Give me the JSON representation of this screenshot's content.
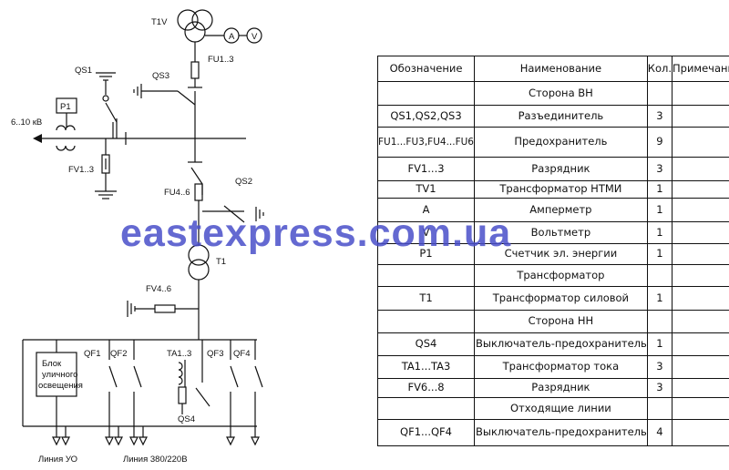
{
  "schematic": {
    "labels": {
      "tv1": "T1V",
      "fu1_3": "FU1..3",
      "qs1": "QS1",
      "qs3": "QS3",
      "p1": "P1",
      "voltage": "6..10 кВ",
      "fv1_3": "FV1..3",
      "qs2": "QS2",
      "fu4_6": "FU4..6",
      "t1": "T1",
      "fv4_6": "FV4..6",
      "qf1": "QF1",
      "qf2": "QF2",
      "ta1_3": "TA1..3",
      "qf3": "QF3",
      "qf4": "QF4",
      "block_line1": "Блок",
      "block_line2": "уличного",
      "block_line3": "освещения",
      "qs4": "QS4",
      "line_uo": "Линия УО",
      "line_380": "Линия 380/220В",
      "meter_a": "A",
      "meter_v": "V"
    }
  },
  "table": {
    "headers": [
      "Обозначение",
      "Наименование",
      "Кол.",
      "Примечания"
    ],
    "rows": [
      [
        "",
        "Сторона ВН",
        "",
        ""
      ],
      [
        "QS1,QS2,QS3",
        "Разъединитель",
        "3",
        ""
      ],
      [
        "FU1...FU3,FU4...FU6",
        "Предохранитель",
        "9",
        ""
      ],
      [
        "FV1...3",
        "Разрядник",
        "3",
        ""
      ],
      [
        "TV1",
        "Трансформатор НТМИ",
        "1",
        ""
      ],
      [
        "A",
        "Амперметр",
        "1",
        ""
      ],
      [
        "V",
        "Вольтметр",
        "1",
        ""
      ],
      [
        "P1",
        "Счетчик эл. энергии",
        "1",
        ""
      ],
      [
        "",
        "Трансформатор",
        "",
        ""
      ],
      [
        "T1",
        "Трансформатор силовой",
        "1",
        ""
      ],
      [
        "",
        "Сторона НН",
        "",
        ""
      ],
      [
        "QS4",
        "Выключатель-предохранитель",
        "1",
        ""
      ],
      [
        "TA1...TA3",
        "Трансформатор тока",
        "3",
        ""
      ],
      [
        "FV6...8",
        "Разрядник",
        "3",
        ""
      ],
      [
        "",
        "Отходящие линии",
        "",
        ""
      ],
      [
        "QF1...QF4",
        "Выключатель-предохранитель",
        "4",
        ""
      ]
    ]
  },
  "watermark": "eastexpress.com.ua"
}
